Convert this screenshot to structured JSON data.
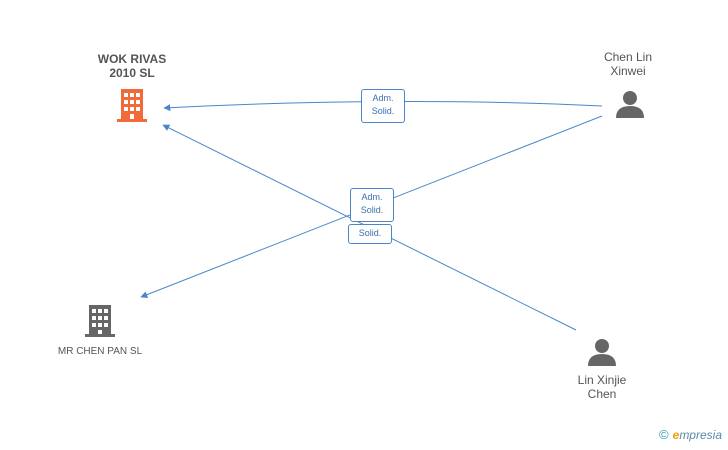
{
  "nodes": {
    "wok_rivas": {
      "label_line1": "WOK RIVAS",
      "label_line2": "2010 SL",
      "color": "#f26a3a"
    },
    "mr_chen_pan": {
      "label": "MR CHEN PAN SL",
      "color": "#666666"
    },
    "chen_lin_xinwei": {
      "label_line1": "Chen Lin",
      "label_line2": "Xinwei",
      "color": "#666666"
    },
    "lin_xinjie_chen": {
      "label_line1": "Lin Xinjie",
      "label_line2": "Chen",
      "color": "#666666"
    }
  },
  "edges": {
    "badge1": {
      "line1": "Adm.",
      "line2": "Solid."
    },
    "badge2": {
      "line1": "Adm.",
      "line2": "Solid."
    },
    "badge3": {
      "line1": "Solid."
    }
  },
  "edge_color": "#4a86c8",
  "brand": {
    "copyright": "©",
    "e_letter": "e",
    "name": "mpresia"
  }
}
